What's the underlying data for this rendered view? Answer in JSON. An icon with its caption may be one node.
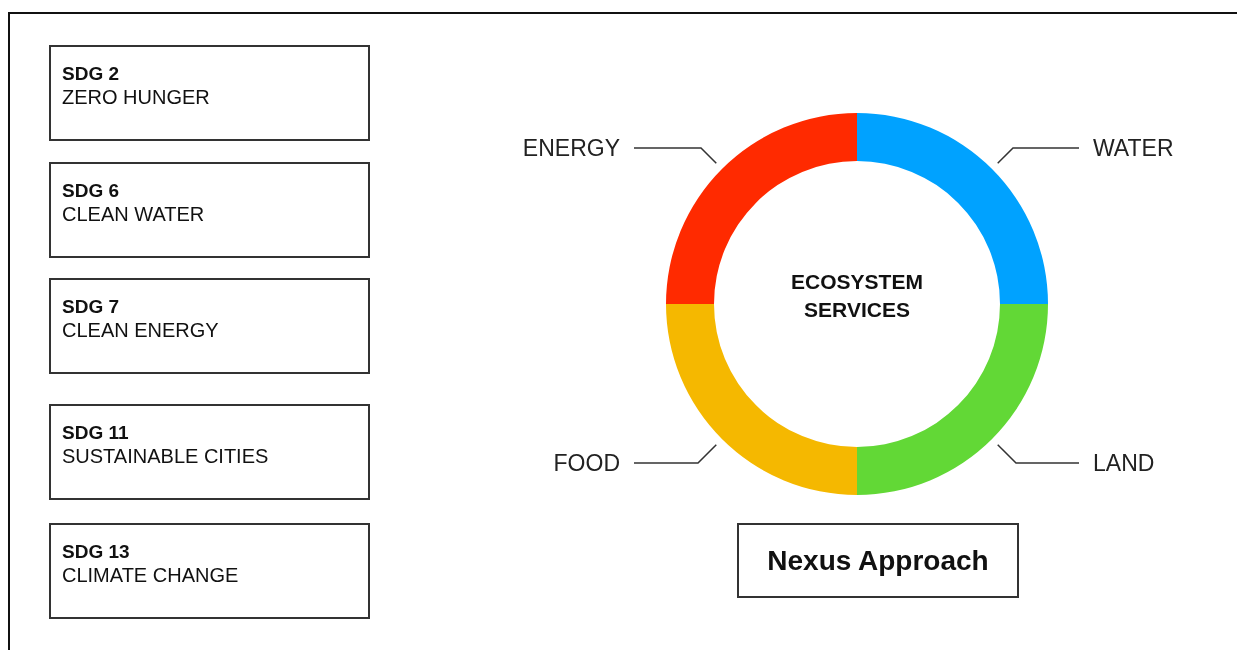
{
  "diagram": {
    "nodes": [
      {
        "text": [
          "SDG 2",
          "ZERO HUNGER"
        ]
      },
      {
        "text": [
          "SDG 6",
          "CLEAN WATER"
        ]
      },
      {
        "text": [
          "SDG 7",
          "CLEAN ENERGY"
        ]
      },
      {
        "text": [
          "SDG 11",
          "SUSTAINABLE CITIES"
        ]
      },
      {
        "text": [
          "SDG 13",
          "CLIMATE CHANGE"
        ]
      },
      {
        "text": [
          "ENERGY"
        ]
      },
      {
        "text": [
          "WATER"
        ]
      },
      {
        "text": [
          "FOOD"
        ]
      },
      {
        "text": [
          "LAND"
        ]
      },
      {
        "text": [],
        "shape": "arc"
      },
      {
        "text": [],
        "shape": "arc"
      },
      {
        "text": [],
        "shape": "arc"
      },
      {
        "text": [],
        "shape": "arc"
      },
      {
        "text": [
          "ECOSYSTEM SERVICES"
        ]
      },
      {
        "text": [
          "Nexus Approach"
        ]
      }
    ],
    "edges": [
      {
        "from": 5,
        "to": 9,
        "arrow": "none"
      },
      {
        "from": 6,
        "to": 10,
        "arrow": "none"
      },
      {
        "from": 7,
        "to": 11,
        "arrow": "none"
      },
      {
        "from": 8,
        "to": 12,
        "arrow": "none"
      }
    ]
  }
}
